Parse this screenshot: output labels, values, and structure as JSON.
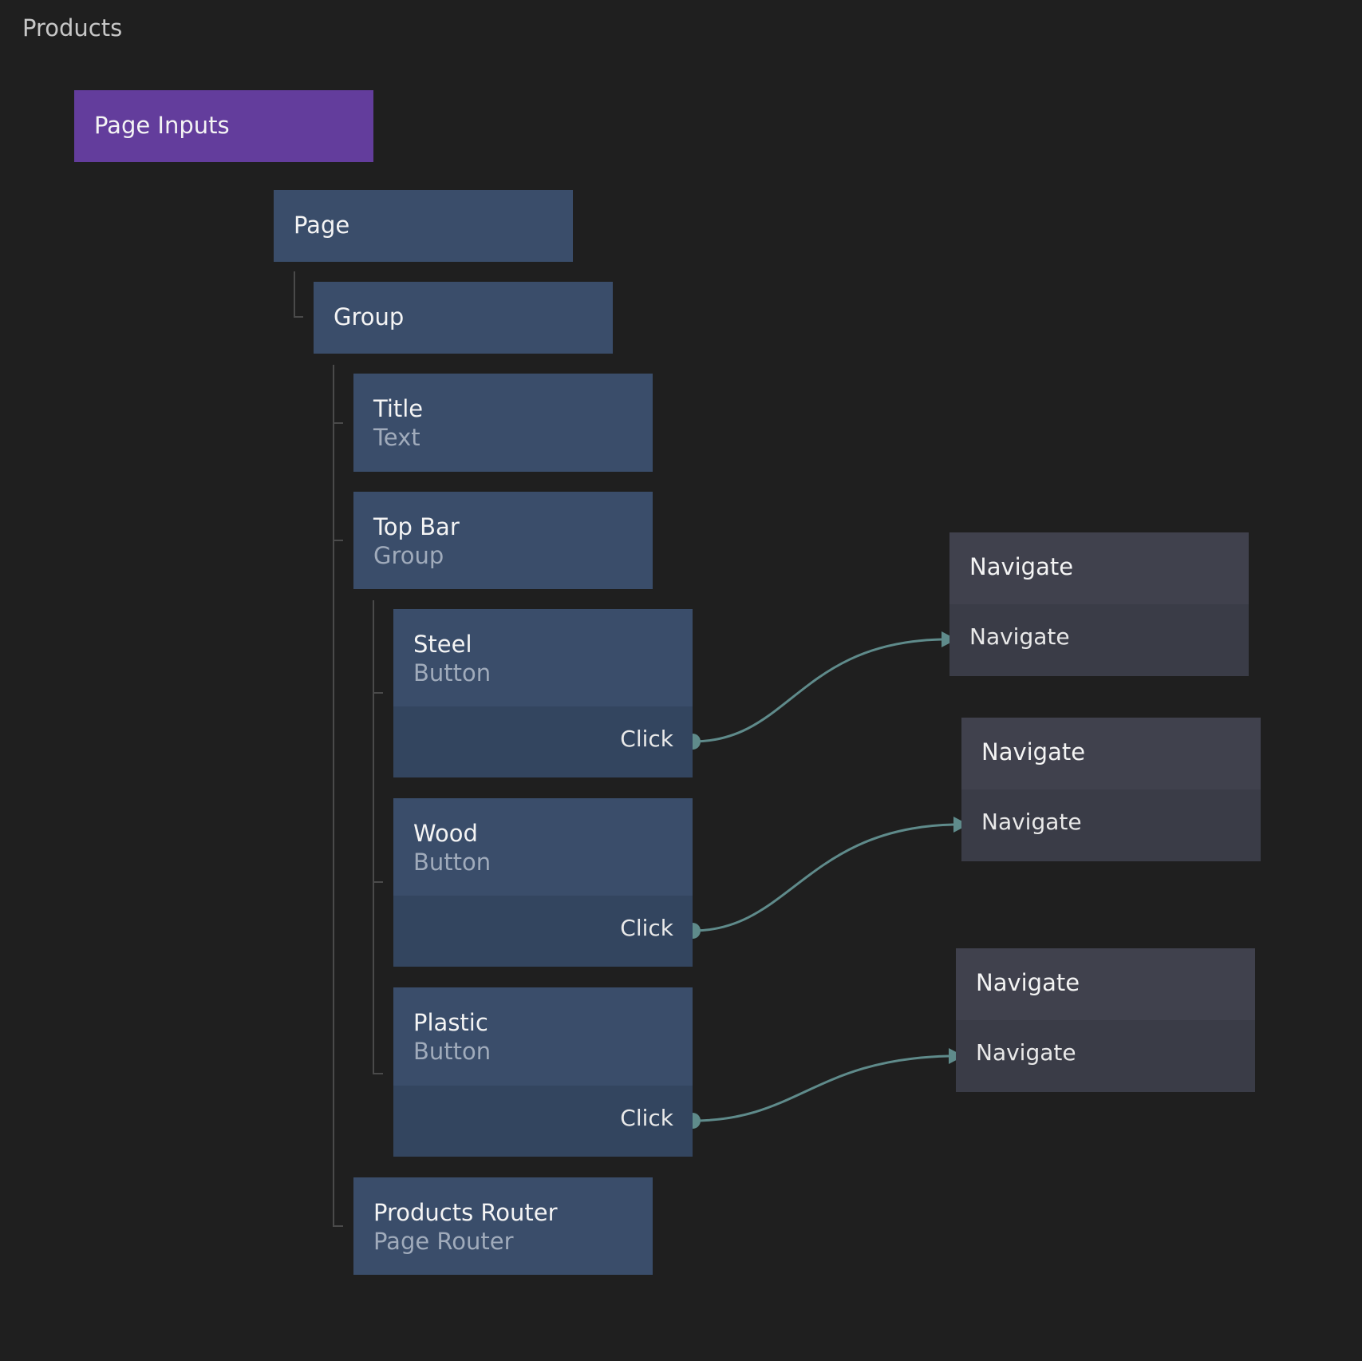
{
  "canvas": {
    "title": "Products"
  },
  "nodes": {
    "page_inputs": {
      "name": "Page Inputs"
    },
    "page": {
      "name": "Page"
    },
    "group": {
      "name": "Group"
    },
    "title": {
      "name": "Title",
      "type": "Text"
    },
    "top_bar": {
      "name": "Top Bar",
      "type": "Group"
    },
    "steel": {
      "name": "Steel",
      "type": "Button",
      "port": "Click"
    },
    "wood": {
      "name": "Wood",
      "type": "Button",
      "port": "Click"
    },
    "plastic": {
      "name": "Plastic",
      "type": "Button",
      "port": "Click"
    },
    "products_router": {
      "name": "Products Router",
      "type": "Page Router"
    }
  },
  "navigate_nodes": [
    {
      "title": "Navigate",
      "port": "Navigate"
    },
    {
      "title": "Navigate",
      "port": "Navigate"
    },
    {
      "title": "Navigate",
      "port": "Navigate"
    }
  ],
  "colors": {
    "background": "#1f1f1f",
    "visual_node": "#3a4d6a",
    "component_input_node": "#633d9c",
    "logic_node": "#3a3c47",
    "connection": "#5f8b8b",
    "tree_line": "#4a4a4a"
  }
}
